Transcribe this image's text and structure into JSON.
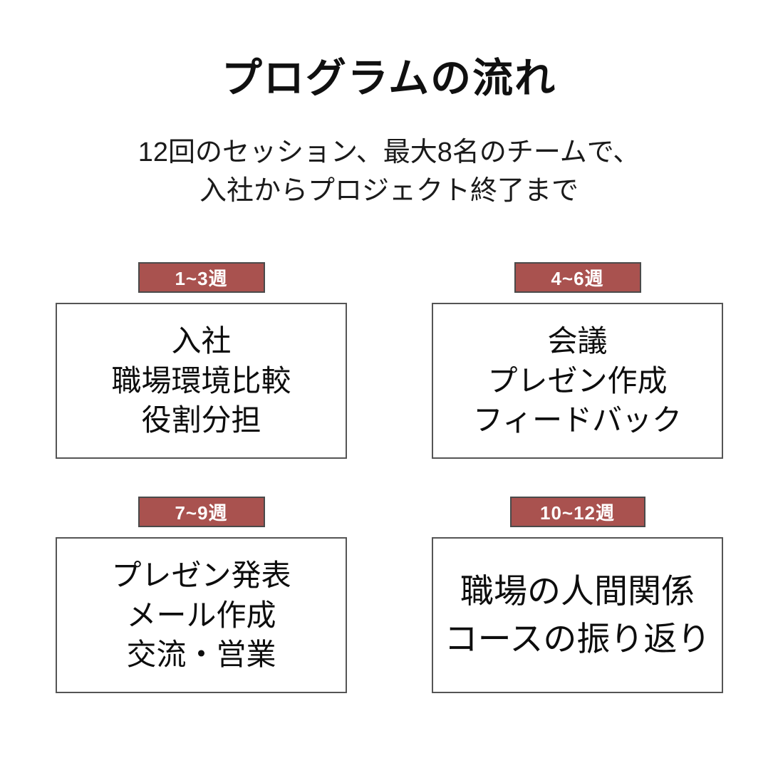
{
  "header": {
    "title": "プログラムの流れ",
    "subtitle_lines": [
      "12回のセッション、最大8名のチームで、",
      "入社からプロジェクト終了まで"
    ]
  },
  "colors": {
    "background": "#ffffff",
    "badge_background": "#a9524f",
    "badge_border": "#4a4a4a",
    "badge_text": "#ffffff",
    "card_border": "#555555",
    "card_background": "#ffffff",
    "text": "#101010"
  },
  "cards": [
    {
      "badge": "1~3週",
      "lines": [
        "入社",
        "職場環境比較",
        "役割分担"
      ]
    },
    {
      "badge": "4~6週",
      "lines": [
        "会議",
        "プレゼン作成",
        "フィードバック"
      ]
    },
    {
      "badge": "7~9週",
      "lines": [
        "プレゼン発表",
        "メール作成",
        "交流・営業"
      ]
    },
    {
      "badge": "10~12週",
      "lines": [
        "職場の人間関係",
        "コースの振り返り"
      ]
    }
  ]
}
